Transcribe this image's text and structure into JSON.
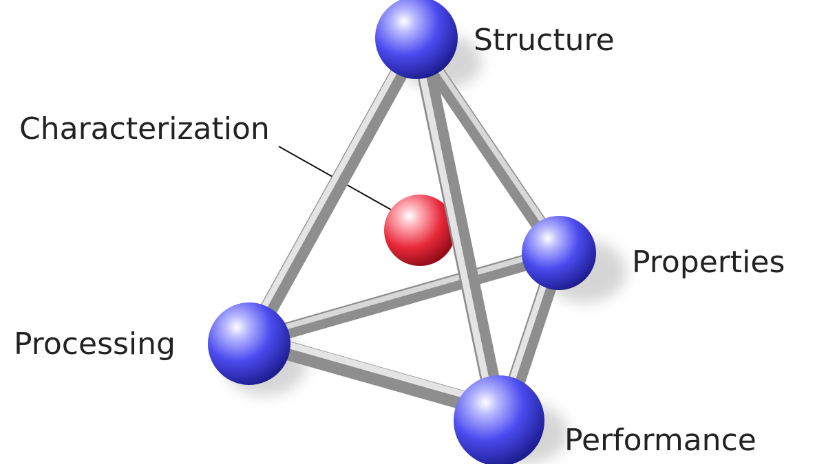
{
  "diagram": {
    "labels": {
      "structure": "Structure",
      "characterization": "Characterization",
      "properties": "Properties",
      "processing": "Processing",
      "performance": "Performance"
    },
    "colors": {
      "vertex": "#4b4bf0",
      "center": "#e8283a",
      "rod": "#a8a8a8",
      "text": "#222222",
      "background": "#ffffff"
    }
  }
}
